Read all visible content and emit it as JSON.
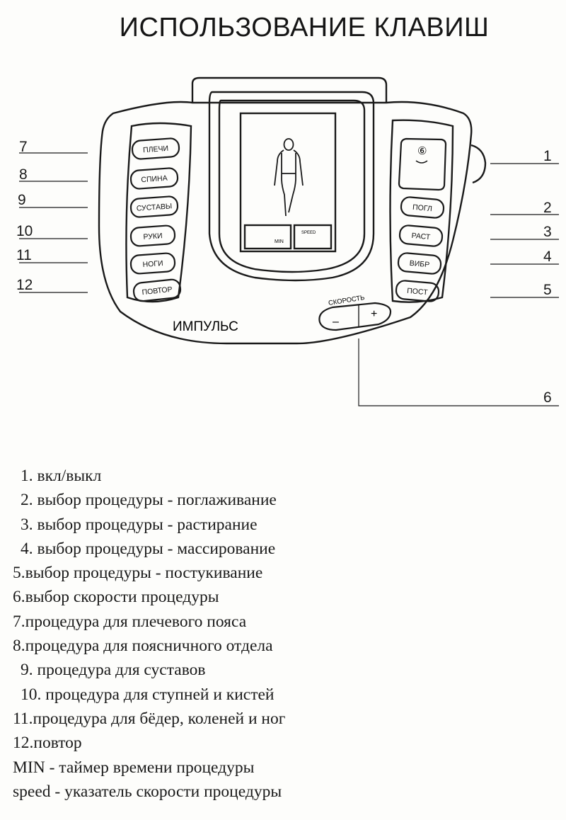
{
  "title": "ИСПОЛЬЗОВАНИЕ КЛАВИШ",
  "device": {
    "brand": "ИМПУЛЬС",
    "screen": {
      "timer_label": "MIN",
      "speed_label": "SPEED",
      "figure_icon": "human-body-icon"
    },
    "left_buttons": [
      "ПЛЕЧИ",
      "СПИНА",
      "СУСТАВЫ",
      "РУКИ",
      "НОГИ",
      "ПОВТОР"
    ],
    "right_buttons": [
      "ПОГЛ",
      "РАСТ",
      "ВИБР",
      "ПОСТ"
    ],
    "power_button": {
      "symbol": "⑥",
      "icon": "power-icon"
    },
    "speed_control": {
      "label": "СКОРОСТЬ",
      "minus": "–",
      "plus": "+"
    }
  },
  "callouts": {
    "left": [
      "7",
      "8",
      "9",
      "10",
      "11",
      "12"
    ],
    "right": [
      "1",
      "2",
      "3",
      "4",
      "5"
    ],
    "bottom": "6"
  },
  "legend": [
    "1. вкл/выкл",
    "2. выбор процедуры - поглаживание",
    "3. выбор процедуры - растирание",
    "4. выбор процедуры - массирование",
    "5.выбор процедуры - постукивание",
    "6.выбор скорости процедуры",
    "7.процедура для плечевого пояса",
    "8.процедура для поясничного отдела",
    "9. процедура для суставов",
    "10. процедура для ступней и кистей",
    "11.процедура для бёдер, коленей и ног",
    "12.повтор",
    "MIN - таймер времени процедуры",
    "speed - указатель скорости процедуры"
  ]
}
